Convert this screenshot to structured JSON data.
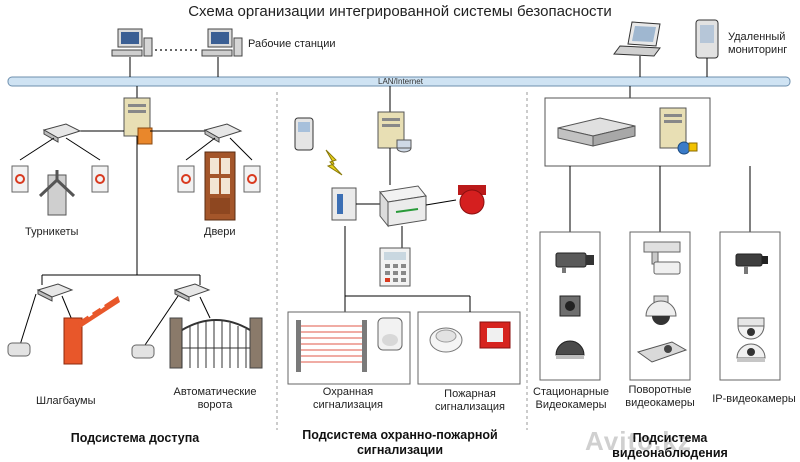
{
  "title": "Схема организации интегрированной системы безопасности",
  "network": {
    "lan_label": "LAN/Internet",
    "workstations_label": "Рабочие станции",
    "remote_label_line1": "Удаленный",
    "remote_label_line2": "мониторинг"
  },
  "access": {
    "turnstiles_label": "Турникеты",
    "doors_label": "Двери",
    "barriers_label": "Шлагбаумы",
    "gates_label_line1": "Автоматические",
    "gates_label_line2": "ворота",
    "subsystem_label": "Подсистема доступа"
  },
  "alarm": {
    "security_label_line1": "Охранная",
    "security_label_line2": "сигнализация",
    "fire_label_line1": "Пожарная",
    "fire_label_line2": "сигнализация",
    "subsystem_label_line1": "Подсистема охранно-пожарной",
    "subsystem_label_line2": "сигнализации"
  },
  "video": {
    "static_label_line1": "Стационарные",
    "static_label_line2": "Видеокамеры",
    "ptz_label_line1": "Поворотные",
    "ptz_label_line2": "видеокамеры",
    "ip_label": "IP-видеокамеры",
    "subsystem_label_line1": "Подсистема",
    "subsystem_label_line2": "видеонаблюдения"
  },
  "watermark": "Avito.kz",
  "colors": {
    "lan_bar": "#cfe3f3",
    "lan_border": "#6d8fae",
    "line": "#000000",
    "divider": "#9a9a9a",
    "server": "#e8dfb4",
    "red": "#d93a1f"
  }
}
